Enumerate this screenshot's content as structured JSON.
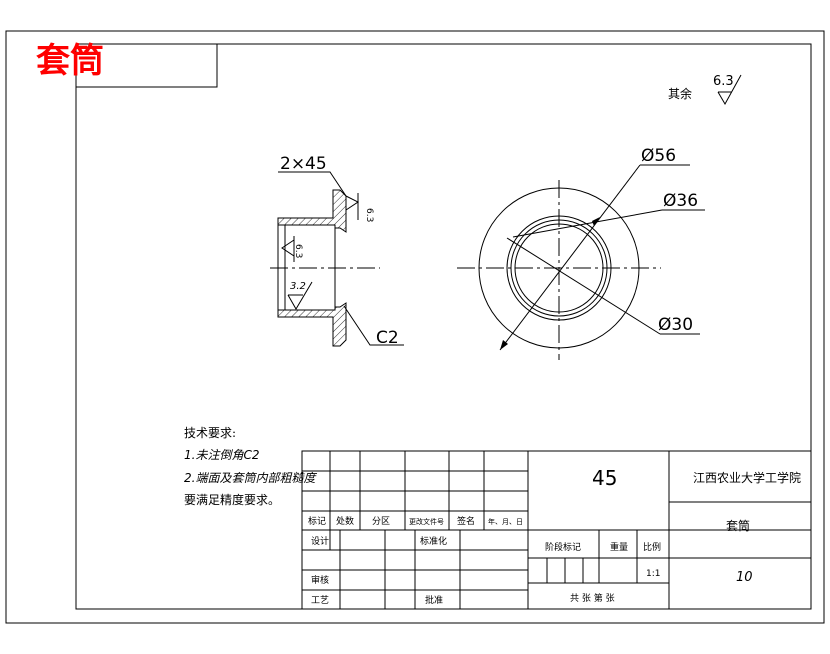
{
  "title_red": "套筒",
  "roughness_note": {
    "label": "其余",
    "value": "6.3"
  },
  "part_view": {
    "chamfer_top": "2×45",
    "chamfer_bottom": "C2",
    "rough_flange": "6.3",
    "rough_bore": "6.3",
    "rough_inner": "3.2"
  },
  "end_view": {
    "dia_outer": "Ø56",
    "dia_mid": "Ø36",
    "dia_inner": "Ø30"
  },
  "tech_req": {
    "heading": "技术要求:",
    "line1": "1.未注倒角C2",
    "line2": "2.端面及套筒内部粗糙度",
    "line3": "要满足精度要求。"
  },
  "title_block": {
    "material": "45",
    "school": "江西农业大学工学院",
    "part_name": "套筒",
    "drawing_no": "10",
    "col_mark": "标记",
    "col_count": "处数",
    "col_zone": "分区",
    "col_docno": "更改文件号",
    "col_sign": "签名",
    "col_date": "年、月、日",
    "design": "设计",
    "standardize": "标准化",
    "review": "审核",
    "process": "工艺",
    "approve": "批准",
    "stage": "阶段标记",
    "weight": "重量",
    "ratio": "比例",
    "scale": "1:1",
    "sheets": "共    张    第    张"
  }
}
